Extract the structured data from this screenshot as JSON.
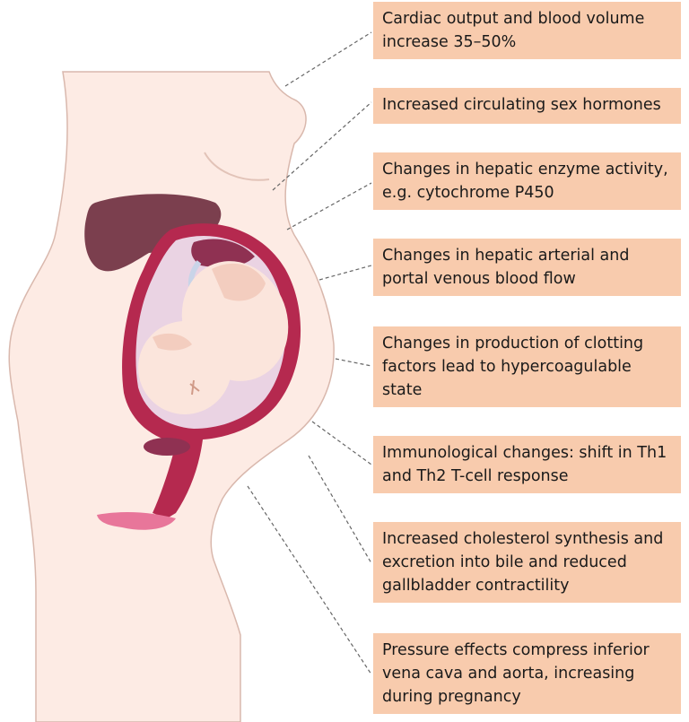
{
  "colors": {
    "callout_background": "#f8cbad",
    "skin": "#fdebe4",
    "liver": "#7b3f4e",
    "uterus_wall": "#b5294f",
    "amniotic_cavity": "#ead3e3",
    "fetus": "#fbe5dc",
    "leader_line": "#666666"
  },
  "callouts": [
    {
      "lines": [
        "Cardiac output and blood volume",
        "increase 35–50%"
      ]
    },
    {
      "lines": [
        "Increased circulating sex hormones"
      ]
    },
    {
      "lines": [
        "Changes in hepatic enzyme activity,",
        "e.g. cytochrome P450"
      ]
    },
    {
      "lines": [
        "Changes in hepatic arterial and",
        "portal venous blood flow"
      ]
    },
    {
      "lines": [
        "Changes in production of clotting",
        "factors lead to hypercoagulable",
        "state"
      ]
    },
    {
      "lines": [
        "Immunological changes: shift in Th1",
        "and Th2 T-cell response"
      ]
    },
    {
      "lines": [
        "Increased cholesterol synthesis and",
        "excretion into bile and reduced",
        "gallbladder contractility"
      ]
    },
    {
      "lines": [
        "Pressure effects compress inferior",
        "vena cava and aorta, increasing",
        "during pregnancy"
      ]
    }
  ]
}
